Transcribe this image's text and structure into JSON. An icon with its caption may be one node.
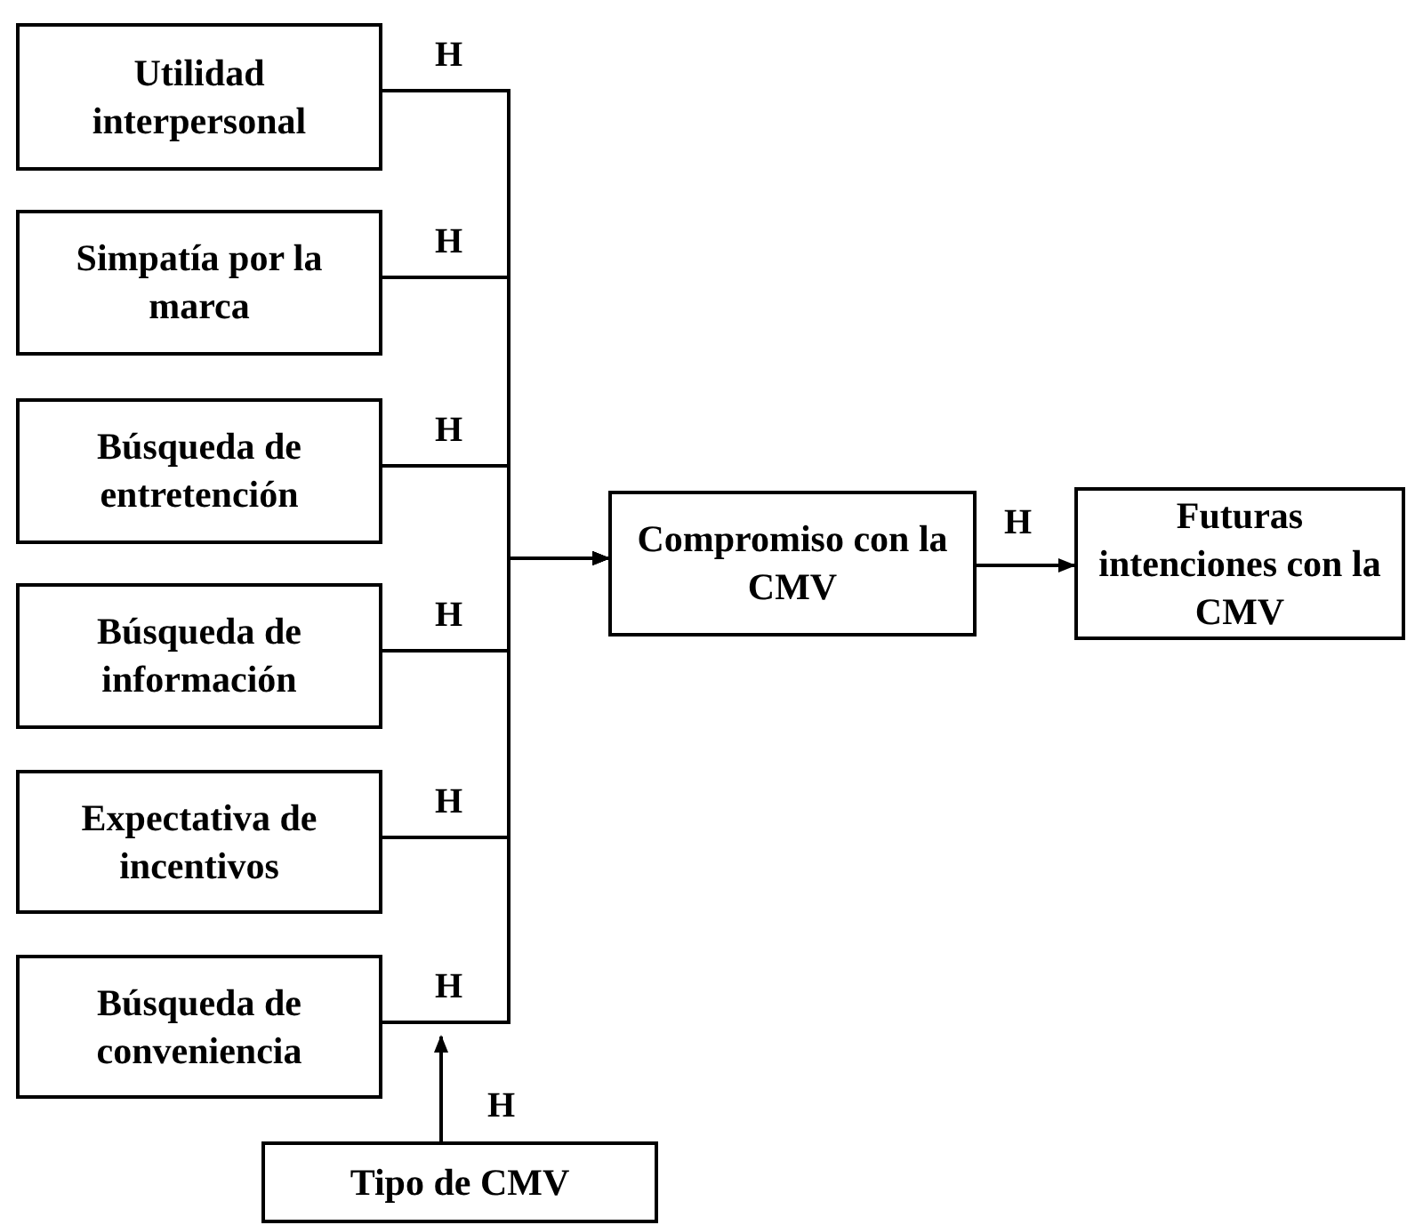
{
  "diagram": {
    "nodes": [
      {
        "text": [
          "Utilidad interpersonal"
        ]
      },
      {
        "text": [
          "Simpatía por la marca"
        ]
      },
      {
        "text": [
          "Búsqueda de entretención"
        ]
      },
      {
        "text": [
          "Búsqueda de información"
        ]
      },
      {
        "text": [
          "Expectativa de incentivos"
        ]
      },
      {
        "text": [
          "Búsqueda de conveniencia"
        ]
      },
      {
        "text": [
          "Compromiso con la CMV"
        ]
      },
      {
        "text": [
          "Futuras intenciones con la CMV"
        ]
      },
      {
        "text": [
          "Tipo de CMV"
        ]
      }
    ],
    "edges": [
      {
        "from": 0,
        "to": 6,
        "arrow": "to",
        "label": "H"
      },
      {
        "from": 1,
        "to": 6,
        "arrow": "to",
        "label": "H"
      },
      {
        "from": 2,
        "to": 6,
        "arrow": "to",
        "label": "H"
      },
      {
        "from": 3,
        "to": 6,
        "arrow": "to",
        "label": "H"
      },
      {
        "from": 4,
        "to": 6,
        "arrow": "to",
        "label": "H"
      },
      {
        "from": 5,
        "to": 6,
        "arrow": "to",
        "label": "H"
      },
      {
        "from": 6,
        "to": 7,
        "arrow": "to",
        "label": "H"
      },
      {
        "from": 8,
        "to": null,
        "arrow": "to",
        "label": "H"
      }
    ]
  }
}
